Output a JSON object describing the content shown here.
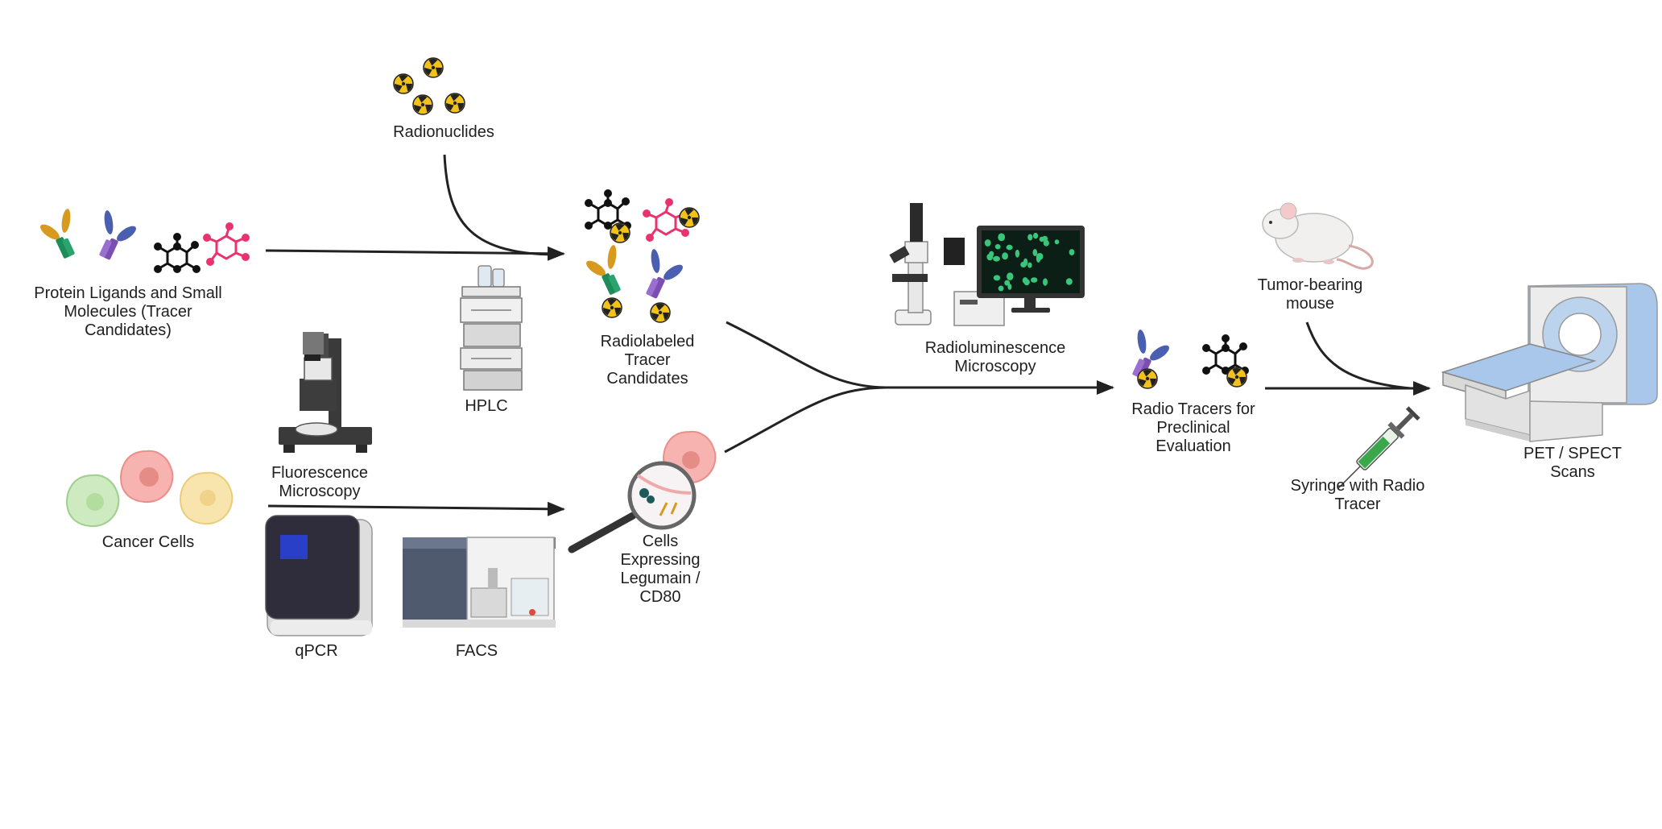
{
  "labels": {
    "radionuclides": [
      "Radionuclides"
    ],
    "ligands": [
      "Protein Ligands and Small",
      "Molecules (Tracer",
      "Candidates)"
    ],
    "hplc": [
      "HPLC"
    ],
    "radiolabeled": [
      "Radiolabeled",
      "Tracer",
      "Candidates"
    ],
    "fluorescence": [
      "Fluorescence",
      "Microscopy"
    ],
    "cancer_cells": [
      "Cancer Cells"
    ],
    "qpcr": [
      "qPCR"
    ],
    "facs": [
      "FACS"
    ],
    "cells_expressing": [
      "Cells",
      "Expressing",
      "Legumain /",
      "CD80"
    ],
    "radioluminescence": [
      "Radioluminescence",
      "Microscopy"
    ],
    "radio_tracers": [
      "Radio Tracers for",
      "Preclinical",
      "Evaluation"
    ],
    "mouse": [
      "Tumor-bearing",
      "mouse"
    ],
    "syringe": [
      "Syringe with Radio",
      "Tracer"
    ],
    "pet": [
      "PET / SPECT",
      "Scans"
    ]
  },
  "icons": [
    "radiation-icon",
    "antibody-icon",
    "small-molecule-icon",
    "hplc-icon",
    "fluorescence-microscope-icon",
    "cancer-cell-icon",
    "qpcr-machine-icon",
    "facs-machine-icon",
    "magnifier-icon",
    "microscope-icon",
    "monitor-icon",
    "mouse-icon",
    "syringe-icon",
    "pet-scanner-icon"
  ],
  "colors": {
    "radiation": "#f2c21b",
    "antibody_orange": "#d89a1e",
    "antibody_blue": "#4a5fb0",
    "fc_green": "#1f8a5a",
    "fc_purple": "#7a4fb0",
    "molecule_pink": "#e8336f",
    "cell_green": "#cdeac1",
    "cell_pink": "#f6b3b0",
    "cell_yellow": "#f6e0a6",
    "arrow": "#222222"
  }
}
